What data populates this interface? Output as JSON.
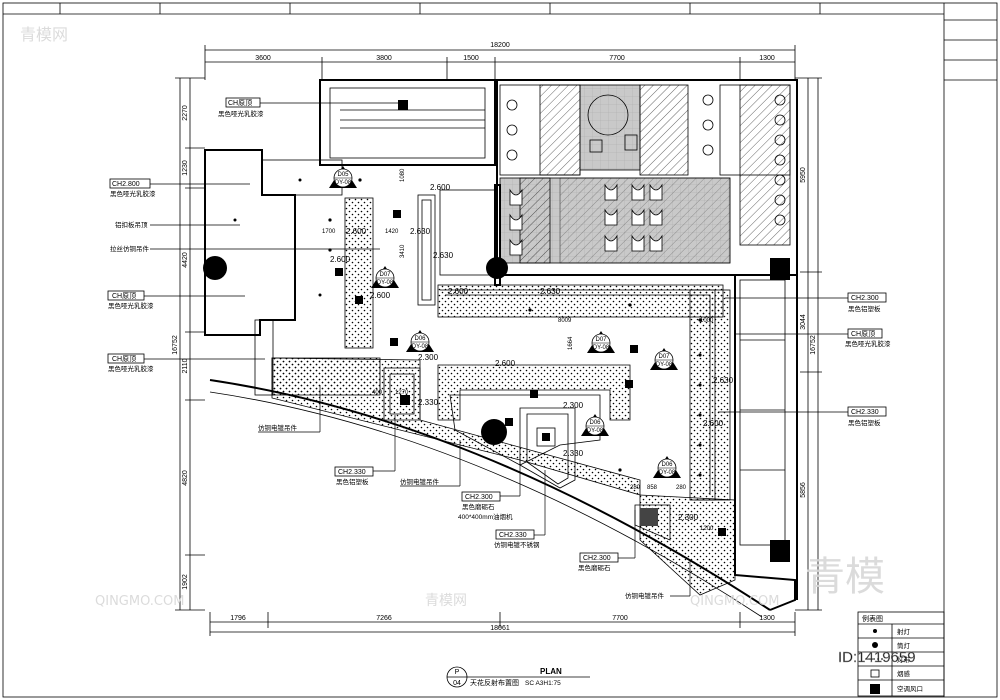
{
  "drawing": {
    "title": "天花反射布置图",
    "title_en": "PLAN",
    "scale": "SC A3H1:75",
    "sheet_top": "P",
    "sheet_bottom": "04"
  },
  "dims": {
    "top_total": "18200",
    "top_parts": [
      "3600",
      "3800",
      "1500",
      "7700",
      "1300"
    ],
    "bottom_total": "18061",
    "bottom_parts": [
      "1796",
      "7266",
      "7700",
      "1300"
    ],
    "left_parts": [
      "2270",
      "1230",
      "4420",
      "2110",
      "4820",
      "1902"
    ],
    "left_total": "16752",
    "right_parts": [
      "5950",
      "3044",
      "5856"
    ],
    "right_total": "16752",
    "inner": [
      "1700",
      "1420",
      "1080",
      "3410",
      "8009",
      "1000",
      "1664",
      "400",
      "1270",
      "280",
      "858",
      "280",
      "1200"
    ]
  },
  "labels": {
    "l1_a": "CH原顶",
    "l1_b": "黑色哑光乳胶漆",
    "l2_a": "CH2.800",
    "l2_b": "黑色哑光乳胶漆",
    "l3": "铝扣板吊顶",
    "l4": "拉丝仿铜吊件",
    "l5_a": "CH原顶",
    "l5_b": "黑色哑光乳胶漆",
    "l6_a": "CH原顶",
    "l6_b": "黑色哑光乳胶漆",
    "l7": "仿铜电镀吊件",
    "l8_a": "CH2.330",
    "l8_b": "黑色铝塑板",
    "l9": "仿铜电镀吊件",
    "l10_a": "CH2.300",
    "l10_b": "黑色磨砺石",
    "l10_c": "400*400mm油烟机",
    "l11_a": "CH2.330",
    "l11_b": "仿铜电镀不锈钢",
    "l12_a": "CH2.300",
    "l12_b": "黑色磨砺石",
    "l13": "仿铜电镀吊件",
    "r1_a": "CH2.300",
    "r1_b": "黑色铝塑板",
    "r2_a": "CH原顶",
    "r2_b": "黑色哑光乳胶漆",
    "r3_a": "CH2.330",
    "r3_b": "黑色铝塑板"
  },
  "heights": [
    "2.600",
    "2.600",
    "2.630",
    "2.630",
    "2.600",
    "2.300",
    "2.600",
    "2.330",
    "2.300",
    "2.330",
    "2.300",
    "2.630",
    "2.600",
    "2.600",
    "2.600",
    "2.630"
  ],
  "symbols": [
    {
      "a": "D05",
      "b": "DY-08"
    },
    {
      "a": "D07",
      "b": "DY-08"
    },
    {
      "a": "D06",
      "b": "DY-08"
    },
    {
      "a": "D07",
      "b": "DY-08"
    },
    {
      "a": "D07",
      "b": "DY-08"
    },
    {
      "a": "D06",
      "b": "DY-08"
    },
    {
      "a": "D06",
      "b": "DY-08"
    }
  ],
  "legend": {
    "title": "例表图",
    "items": [
      "射灯",
      "筒灯",
      "灯带",
      "烟感",
      "空调风口"
    ]
  },
  "watermark": {
    "brand": "青模网",
    "site": "QINGMO.COM",
    "id": "ID:1419659",
    "big": "青模"
  }
}
